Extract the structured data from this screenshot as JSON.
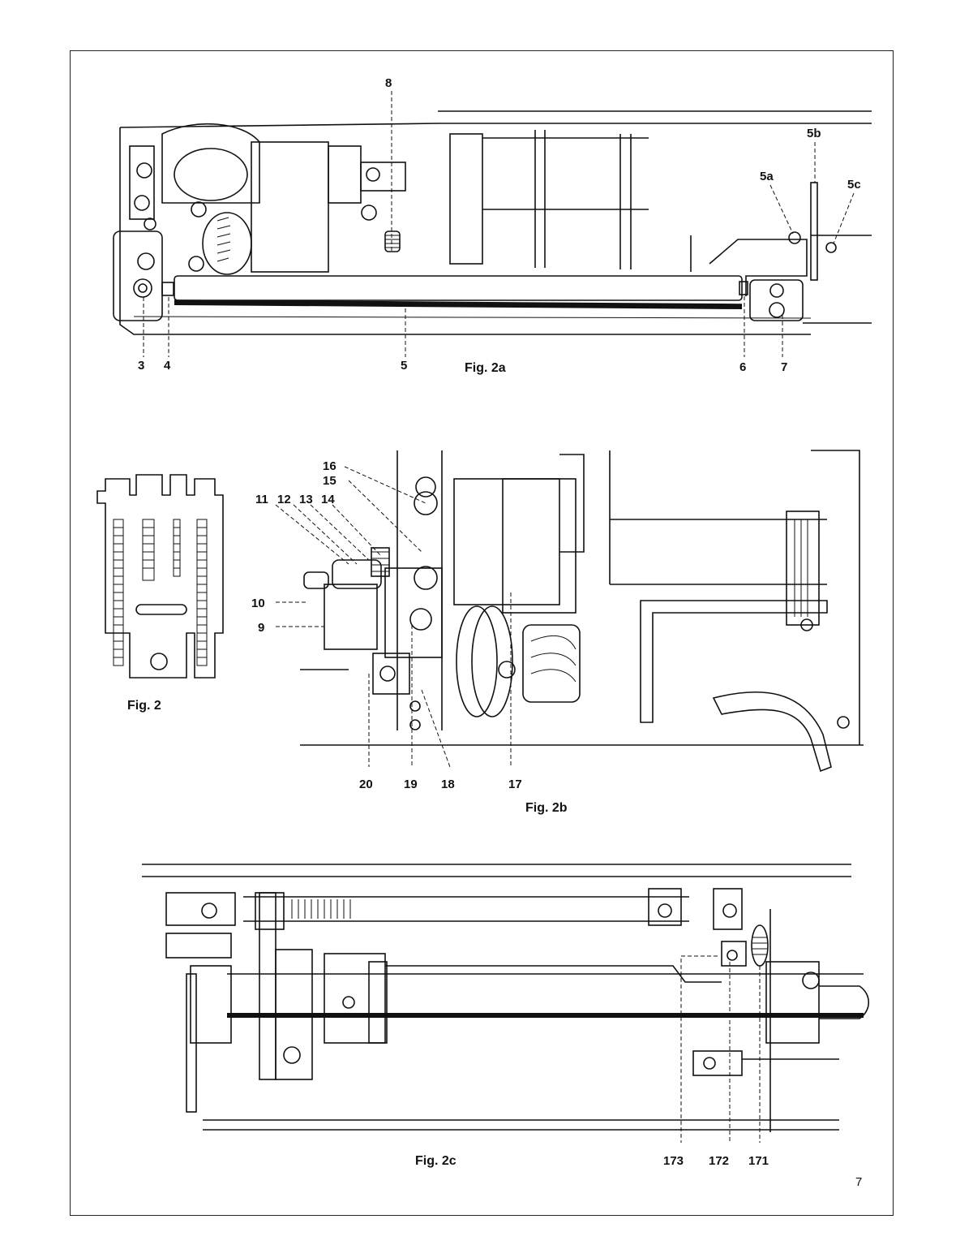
{
  "figures": {
    "fig2a": {
      "caption": "Fig. 2a",
      "labels": {
        "l8": "8",
        "l5b": "5b",
        "l5a": "5a",
        "l5c": "5c",
        "l3": "3",
        "l4": "4",
        "l5": "5",
        "l6": "6",
        "l7": "7"
      }
    },
    "fig2": {
      "caption": "Fig. 2"
    },
    "fig2b": {
      "caption": "Fig. 2b",
      "labels": {
        "l16": "16",
        "l15": "15",
        "l11": "11",
        "l12": "12",
        "l13": "13",
        "l14": "14",
        "l10": "10",
        "l9": "9",
        "l20": "20",
        "l19": "19",
        "l18": "18",
        "l17": "17"
      }
    },
    "fig2c": {
      "caption": "Fig. 2c",
      "labels": {
        "l173": "173",
        "l172": "172",
        "l171": "171"
      }
    }
  },
  "page_number": "7",
  "colors": {
    "ink": "#111111",
    "paper": "#ffffff"
  }
}
